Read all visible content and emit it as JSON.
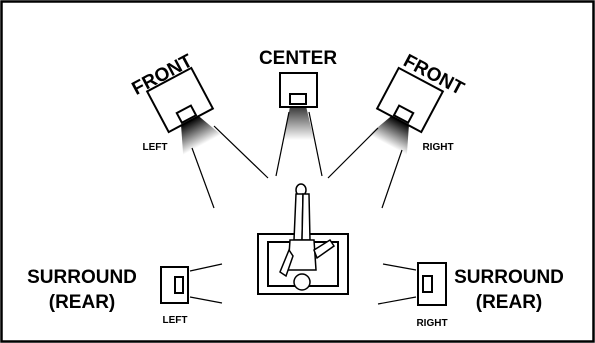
{
  "labels": {
    "front_left": "FRONT",
    "front_left_side": "LEFT",
    "center": "CENTER",
    "front_right": "FRONT",
    "front_right_side": "RIGHT",
    "surround_left_line1": "SURROUND",
    "surround_left_line2": "(REAR)",
    "surround_left_side": "LEFT",
    "surround_right_line1": "SURROUND",
    "surround_right_line2": "(REAR)",
    "surround_right_side": "RIGHT"
  }
}
